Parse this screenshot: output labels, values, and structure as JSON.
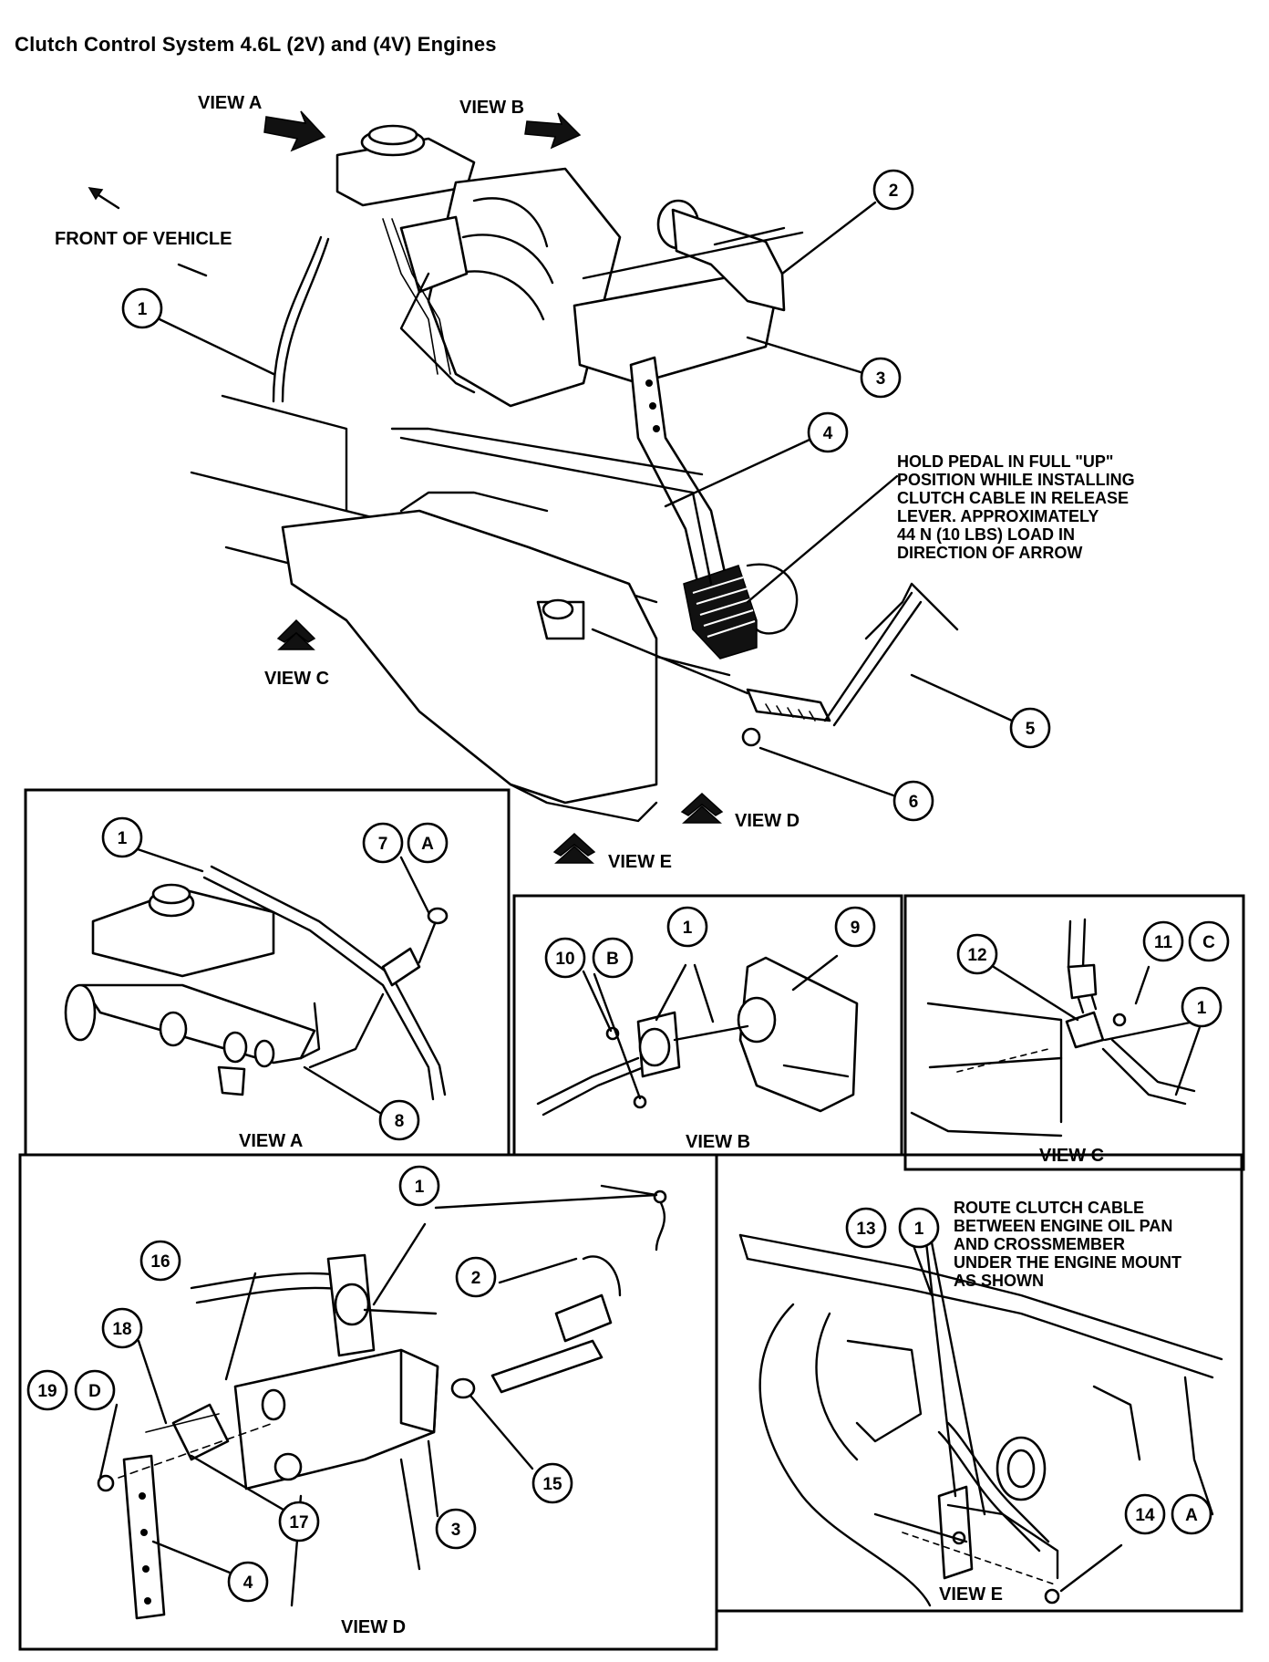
{
  "title": "Clutch Control System 4.6L (2V) and (4V) Engines",
  "main": {
    "view_a_arrow": "VIEW A",
    "view_b_arrow": "VIEW B",
    "view_c_arrow": "VIEW C",
    "view_d_arrow": "VIEW D",
    "view_e_arrow": "VIEW E",
    "front_of_vehicle": "FRONT OF VEHICLE",
    "hold_note": [
      "HOLD PEDAL IN FULL \"UP\"",
      "POSITION WHILE INSTALLING",
      "CLUTCH  CABLE IN RELEASE",
      "LEVER. APPROXIMATELY",
      "44 N (10 LBS) LOAD IN",
      "DIRECTION OF ARROW"
    ],
    "callouts": [
      "1",
      "2",
      "3",
      "4",
      "5",
      "6"
    ]
  },
  "view_a": {
    "caption": "VIEW A",
    "callouts": [
      "1",
      "7",
      "A",
      "8"
    ]
  },
  "view_b": {
    "caption": "VIEW B",
    "callouts": [
      "10",
      "B",
      "1",
      "9"
    ]
  },
  "view_c": {
    "caption": "VIEW C",
    "callouts": [
      "12",
      "11",
      "C",
      "1"
    ]
  },
  "view_d": {
    "caption": "VIEW D",
    "callouts": [
      "1",
      "16",
      "2",
      "18",
      "19",
      "D",
      "15",
      "17",
      "3",
      "4"
    ]
  },
  "view_e": {
    "caption": "VIEW E",
    "note": [
      "ROUTE CLUTCH CABLE",
      "BETWEEN ENGINE OIL PAN",
      "AND CROSSMEMBER",
      "UNDER THE ENGINE MOUNT",
      "AS SHOWN"
    ],
    "callouts": [
      "13",
      "1",
      "14",
      "A"
    ]
  }
}
